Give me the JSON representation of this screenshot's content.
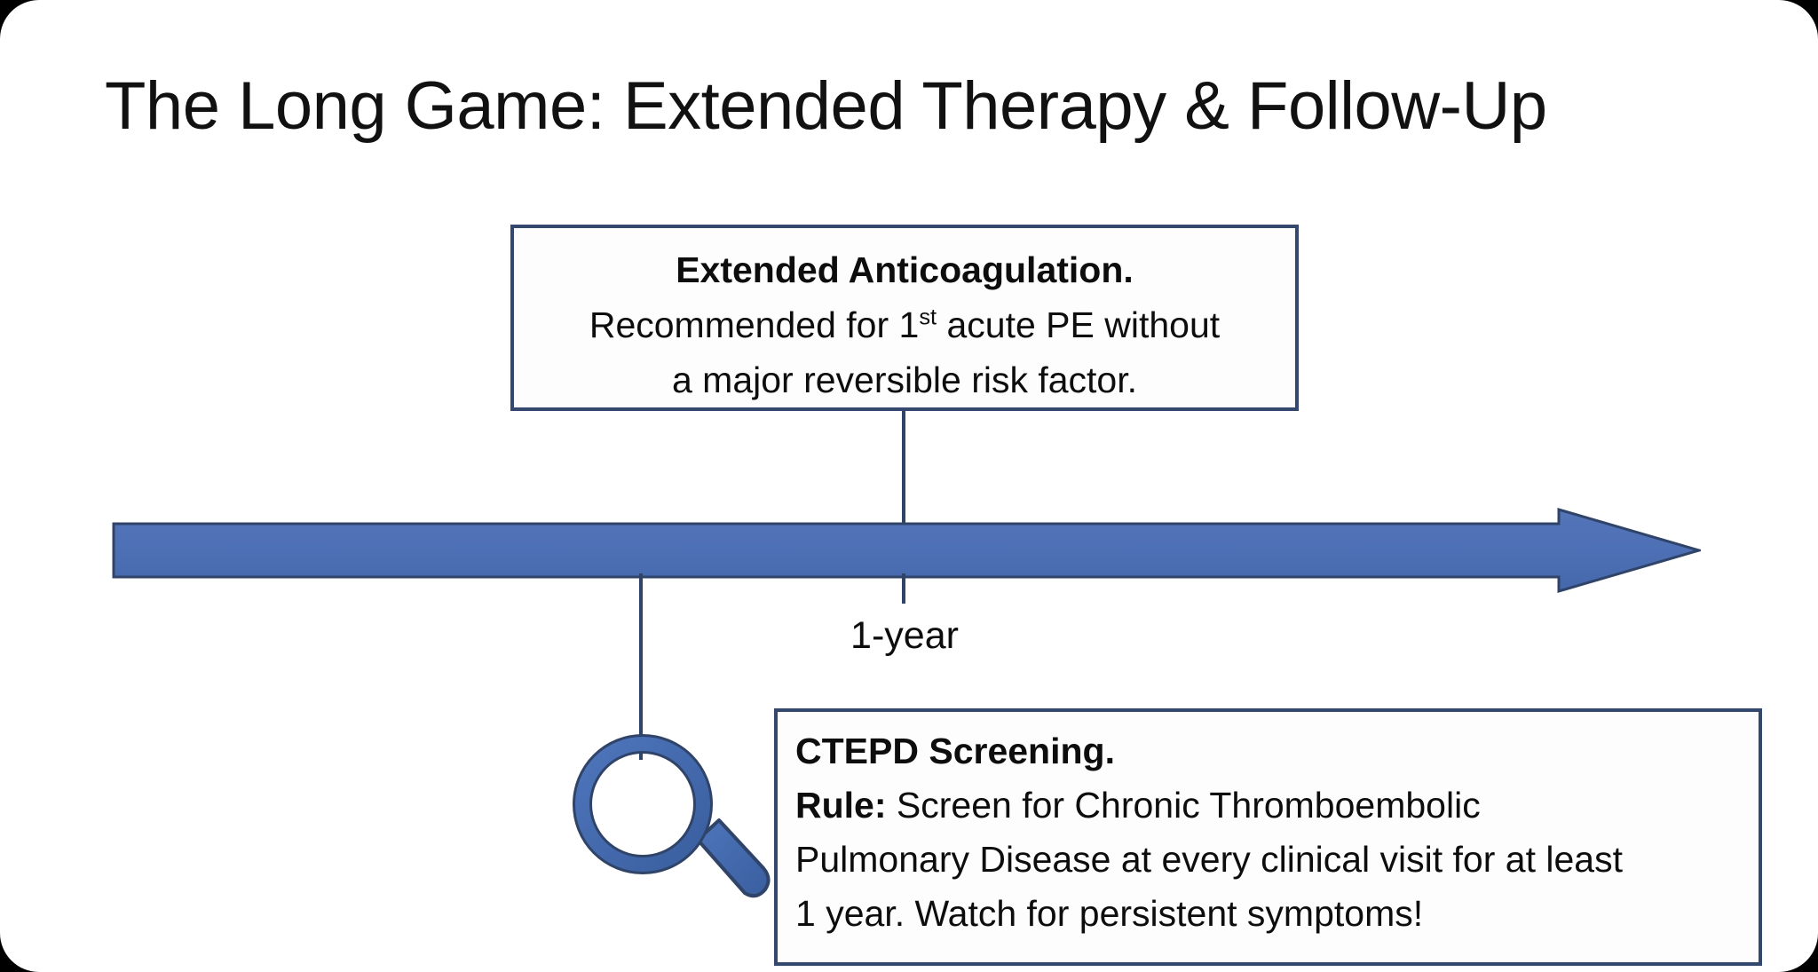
{
  "slide": {
    "title": "The Long Game: Extended Therapy & Follow-Up",
    "background_color": "#ffffff",
    "frame_color": "#000000"
  },
  "colors": {
    "arrow_fill": "#4e70b5",
    "arrow_fill_dark": "#3c5c9e",
    "arrow_stroke": "#2f4468",
    "box_border": "#33486c",
    "box_fill": "#fdfdfd",
    "connector": "#2f4468",
    "magnifier": "#4167ac",
    "magnifier_stroke": "#2f4468",
    "text": "#0d0d0d"
  },
  "timeline": {
    "arrow_name": "time-axis-arrow",
    "direction": "right",
    "tick_label": "1-year"
  },
  "boxes": {
    "extended_anticoagulation": {
      "heading": "Extended Anticoagulation.",
      "line2_before_sup": "Recommended for 1",
      "line2_sup": "st",
      "line2_after_sup": " acute PE without",
      "line3": "a major reversible risk factor."
    },
    "ctepd_screening": {
      "heading": "CTEPD Screening.",
      "rule_label": "Rule:",
      "rule_text_line1": " Screen for Chronic Thromboembolic",
      "rule_text_line2": "Pulmonary Disease at every clinical visit for at least",
      "rule_text_line3": "1 year.  Watch for persistent symptoms!"
    }
  },
  "icons": {
    "magnifier": "magnifying-glass-icon"
  }
}
